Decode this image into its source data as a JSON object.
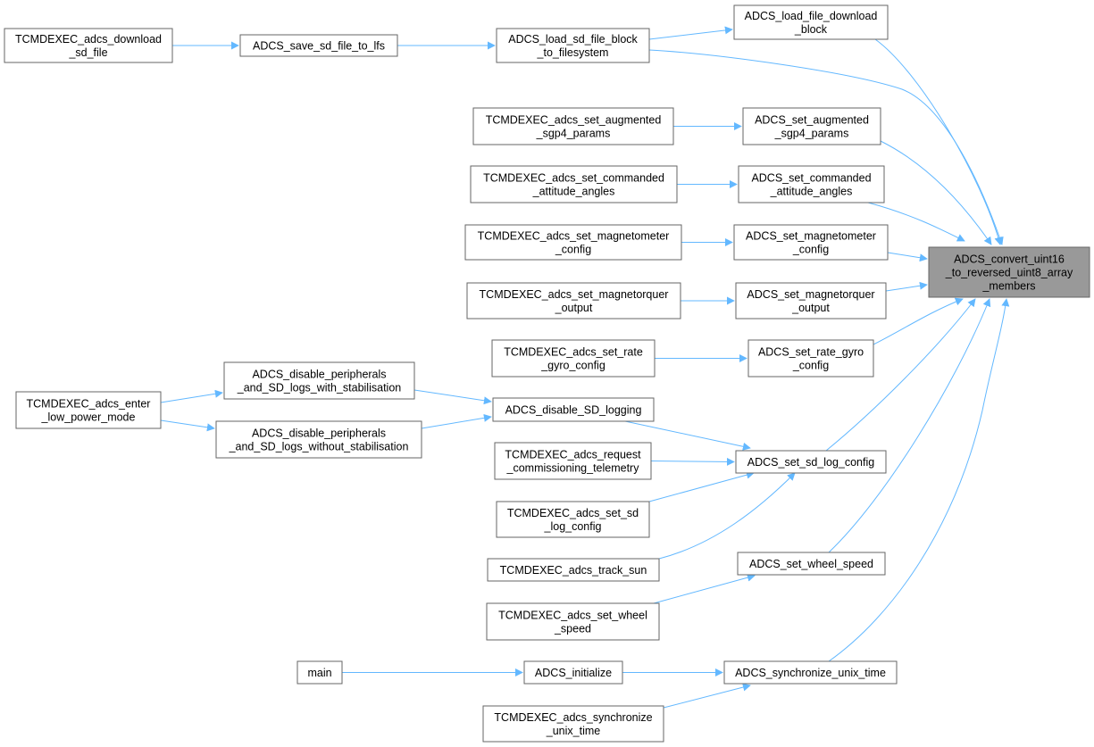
{
  "nodes": {
    "target": [
      "ADCS_convert_uint16",
      "_to_reversed_uint8_array",
      "_members"
    ],
    "load_file_download_block": [
      "ADCS_load_file_download",
      "_block"
    ],
    "load_sd_file_block": [
      "ADCS_load_sd_file_block",
      "_to_filesystem"
    ],
    "save_sd_file_to_lfs": [
      "ADCS_save_sd_file_to_lfs"
    ],
    "tcm_download_sd_file": [
      "TCMDEXEC_adcs_download",
      "_sd_file"
    ],
    "set_augmented": [
      "ADCS_set_augmented",
      "_sgp4_params"
    ],
    "tcm_set_augmented": [
      "TCMDEXEC_adcs_set_augmented",
      "_sgp4_params"
    ],
    "set_commanded": [
      "ADCS_set_commanded",
      "_attitude_angles"
    ],
    "tcm_set_commanded": [
      "TCMDEXEC_adcs_set_commanded",
      "_attitude_angles"
    ],
    "set_magnetometer": [
      "ADCS_set_magnetometer",
      "_config"
    ],
    "tcm_set_magnetometer": [
      "TCMDEXEC_adcs_set_magnetometer",
      "_config"
    ],
    "set_magnetorquer": [
      "ADCS_set_magnetorquer",
      "_output"
    ],
    "tcm_set_magnetorquer": [
      "TCMDEXEC_adcs_set_magnetorquer",
      "_output"
    ],
    "set_rate_gyro": [
      "ADCS_set_rate_gyro",
      "_config"
    ],
    "tcm_set_rate": [
      "TCMDEXEC_adcs_set_rate",
      "_gyro_config"
    ],
    "disable_with": [
      "ADCS_disable_peripherals",
      "_and_SD_logs_with_stabilisation"
    ],
    "disable_without": [
      "ADCS_disable_peripherals",
      "_and_SD_logs_without_stabilisation"
    ],
    "tcm_enter_low_power": [
      "TCMDEXEC_adcs_enter",
      "_low_power_mode"
    ],
    "disable_sd_logging": [
      "ADCS_disable_SD_logging"
    ],
    "set_sd_log_config": [
      "ADCS_set_sd_log_config"
    ],
    "tcm_request_commissioning": [
      "TCMDEXEC_adcs_request",
      "_commissioning_telemetry"
    ],
    "tcm_set_sd": [
      "TCMDEXEC_adcs_set_sd",
      "_log_config"
    ],
    "tcm_track_sun": [
      "TCMDEXEC_adcs_track_sun"
    ],
    "set_wheel_speed": [
      "ADCS_set_wheel_speed"
    ],
    "tcm_set_wheel": [
      "TCMDEXEC_adcs_set_wheel",
      "_speed"
    ],
    "main": [
      "main"
    ],
    "initialize": [
      "ADCS_initialize"
    ],
    "synchronize_unix_time": [
      "ADCS_synchronize_unix_time"
    ],
    "tcm_synchronize": [
      "TCMDEXEC_adcs_synchronize",
      "_unix_time"
    ]
  },
  "edges": [
    [
      "load_file_download_block",
      "target"
    ],
    [
      "load_sd_file_block",
      "target"
    ],
    [
      "set_augmented",
      "target"
    ],
    [
      "set_commanded",
      "target"
    ],
    [
      "set_magnetometer",
      "target"
    ],
    [
      "set_magnetorquer",
      "target"
    ],
    [
      "set_rate_gyro",
      "target"
    ],
    [
      "set_sd_log_config",
      "target"
    ],
    [
      "set_wheel_speed",
      "target"
    ],
    [
      "synchronize_unix_time",
      "target"
    ],
    [
      "load_sd_file_block",
      "load_file_download_block"
    ],
    [
      "save_sd_file_to_lfs",
      "load_sd_file_block"
    ],
    [
      "tcm_download_sd_file",
      "save_sd_file_to_lfs"
    ],
    [
      "tcm_set_augmented",
      "set_augmented"
    ],
    [
      "tcm_set_commanded",
      "set_commanded"
    ],
    [
      "tcm_set_magnetometer",
      "set_magnetometer"
    ],
    [
      "tcm_set_magnetorquer",
      "set_magnetorquer"
    ],
    [
      "tcm_set_rate",
      "set_rate_gyro"
    ],
    [
      "disable_sd_logging",
      "set_sd_log_config"
    ],
    [
      "tcm_request_commissioning",
      "set_sd_log_config"
    ],
    [
      "tcm_set_sd",
      "set_sd_log_config"
    ],
    [
      "tcm_track_sun",
      "set_sd_log_config"
    ],
    [
      "disable_with",
      "disable_sd_logging"
    ],
    [
      "disable_without",
      "disable_sd_logging"
    ],
    [
      "tcm_enter_low_power",
      "disable_with"
    ],
    [
      "tcm_enter_low_power",
      "disable_without"
    ],
    [
      "tcm_set_wheel",
      "set_wheel_speed"
    ],
    [
      "initialize",
      "synchronize_unix_time"
    ],
    [
      "tcm_synchronize",
      "synchronize_unix_time"
    ],
    [
      "main",
      "initialize"
    ]
  ],
  "colors": {
    "edge": "#63b8ff",
    "node_border": "#666666",
    "target_fill": "#999999"
  }
}
